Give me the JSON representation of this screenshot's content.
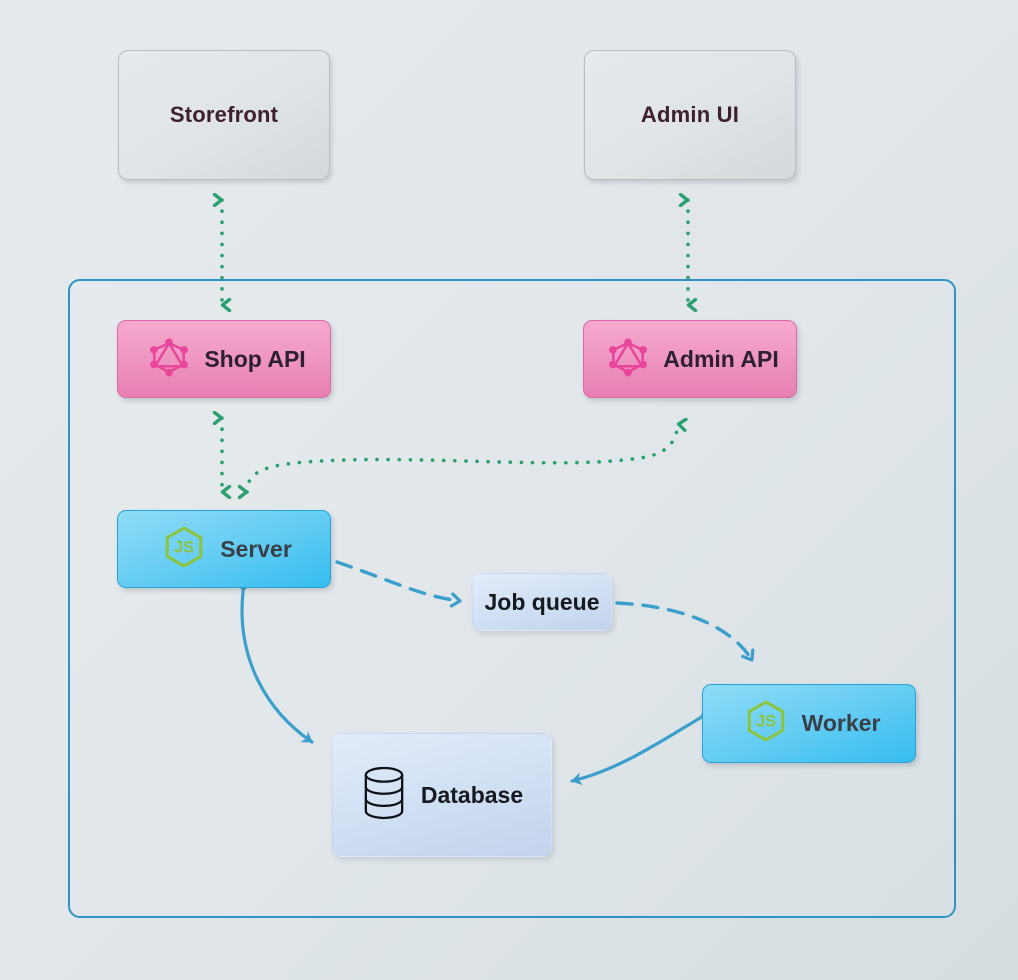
{
  "diagram": {
    "title": "Vendure architecture diagram",
    "type": "architecture-flow",
    "background_gradient": [
      "#e6eaee",
      "#d6dee2"
    ],
    "container": {
      "name": "vendure-server-container",
      "border_color": "#2f93c4"
    },
    "colors": {
      "graphql_pink": "#e8469b",
      "nodejs_green": "#8bc53f",
      "blue_edge": "#3b9fcc",
      "green_edge": "#2aa06f",
      "api_fill_top": "#f7a8cd",
      "api_fill_bottom": "#e87fb2",
      "service_fill_top": "#8fdcf7",
      "service_fill_bottom": "#35bdf0",
      "plain_fill_top": "#e2ecfa",
      "plain_fill_bottom": "#c2d3ec",
      "client_fill": "#e0e5e8"
    },
    "nodes": [
      {
        "id": "storefront",
        "label": "Storefront",
        "icon": "none",
        "kind": "client"
      },
      {
        "id": "admin-ui",
        "label": "Admin UI",
        "icon": "none",
        "kind": "client"
      },
      {
        "id": "shop-api",
        "label": "Shop API",
        "icon": "graphql-icon",
        "kind": "api"
      },
      {
        "id": "admin-api",
        "label": "Admin API",
        "icon": "graphql-icon",
        "kind": "api"
      },
      {
        "id": "server",
        "label": "Server",
        "icon": "nodejs-icon",
        "kind": "service"
      },
      {
        "id": "job-queue",
        "label": "Job queue",
        "icon": "none",
        "kind": "plain"
      },
      {
        "id": "worker",
        "label": "Worker",
        "icon": "nodejs-icon",
        "kind": "service"
      },
      {
        "id": "database",
        "label": "Database",
        "icon": "database-icon",
        "kind": "plain"
      }
    ],
    "edges": [
      {
        "from": "storefront",
        "to": "shop-api",
        "style": "dotted",
        "color": "#2aa06f",
        "arrows": "both"
      },
      {
        "from": "admin-ui",
        "to": "admin-api",
        "style": "dotted",
        "color": "#2aa06f",
        "arrows": "both"
      },
      {
        "from": "shop-api",
        "to": "server",
        "style": "dotted",
        "color": "#2aa06f",
        "arrows": "both"
      },
      {
        "from": "server",
        "to": "admin-api",
        "style": "dotted",
        "color": "#2aa06f",
        "arrows": "both"
      },
      {
        "from": "server",
        "to": "job-queue",
        "style": "dashed",
        "color": "#3b9fcc",
        "arrows": "forward"
      },
      {
        "from": "job-queue",
        "to": "worker",
        "style": "dashed",
        "color": "#3b9fcc",
        "arrows": "forward"
      },
      {
        "from": "server",
        "to": "database",
        "style": "solid",
        "color": "#3b9fcc",
        "arrows": "both"
      },
      {
        "from": "worker",
        "to": "database",
        "style": "solid",
        "color": "#3b9fcc",
        "arrows": "both"
      }
    ]
  }
}
